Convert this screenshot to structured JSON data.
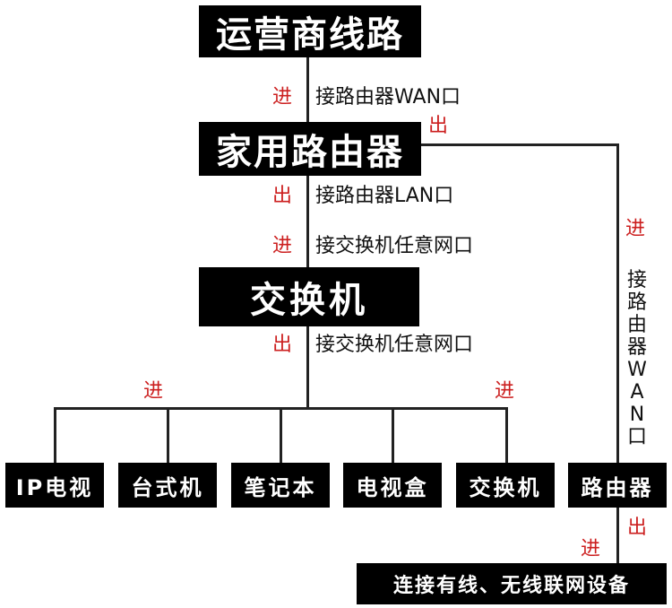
{
  "colors": {
    "box_bg": "#000000",
    "box_text": "#ffffff",
    "line": "#222222",
    "direction": "#cc1f1f",
    "label": "#111111"
  },
  "nodes": {
    "isp": "运营商线路",
    "home_router": "家用路由器",
    "switch": "交换机",
    "devices": [
      "IP电视",
      "台式机",
      "笔记本",
      "电视盒",
      "交换机",
      "路由器"
    ],
    "bottom": "连接有线、无线联网设备"
  },
  "direction": {
    "in": "进",
    "out": "出"
  },
  "labels": {
    "router_wan": "接路由器WAN口",
    "router_lan": "接路由器LAN口",
    "switch_any": "接交换机任意网口"
  }
}
